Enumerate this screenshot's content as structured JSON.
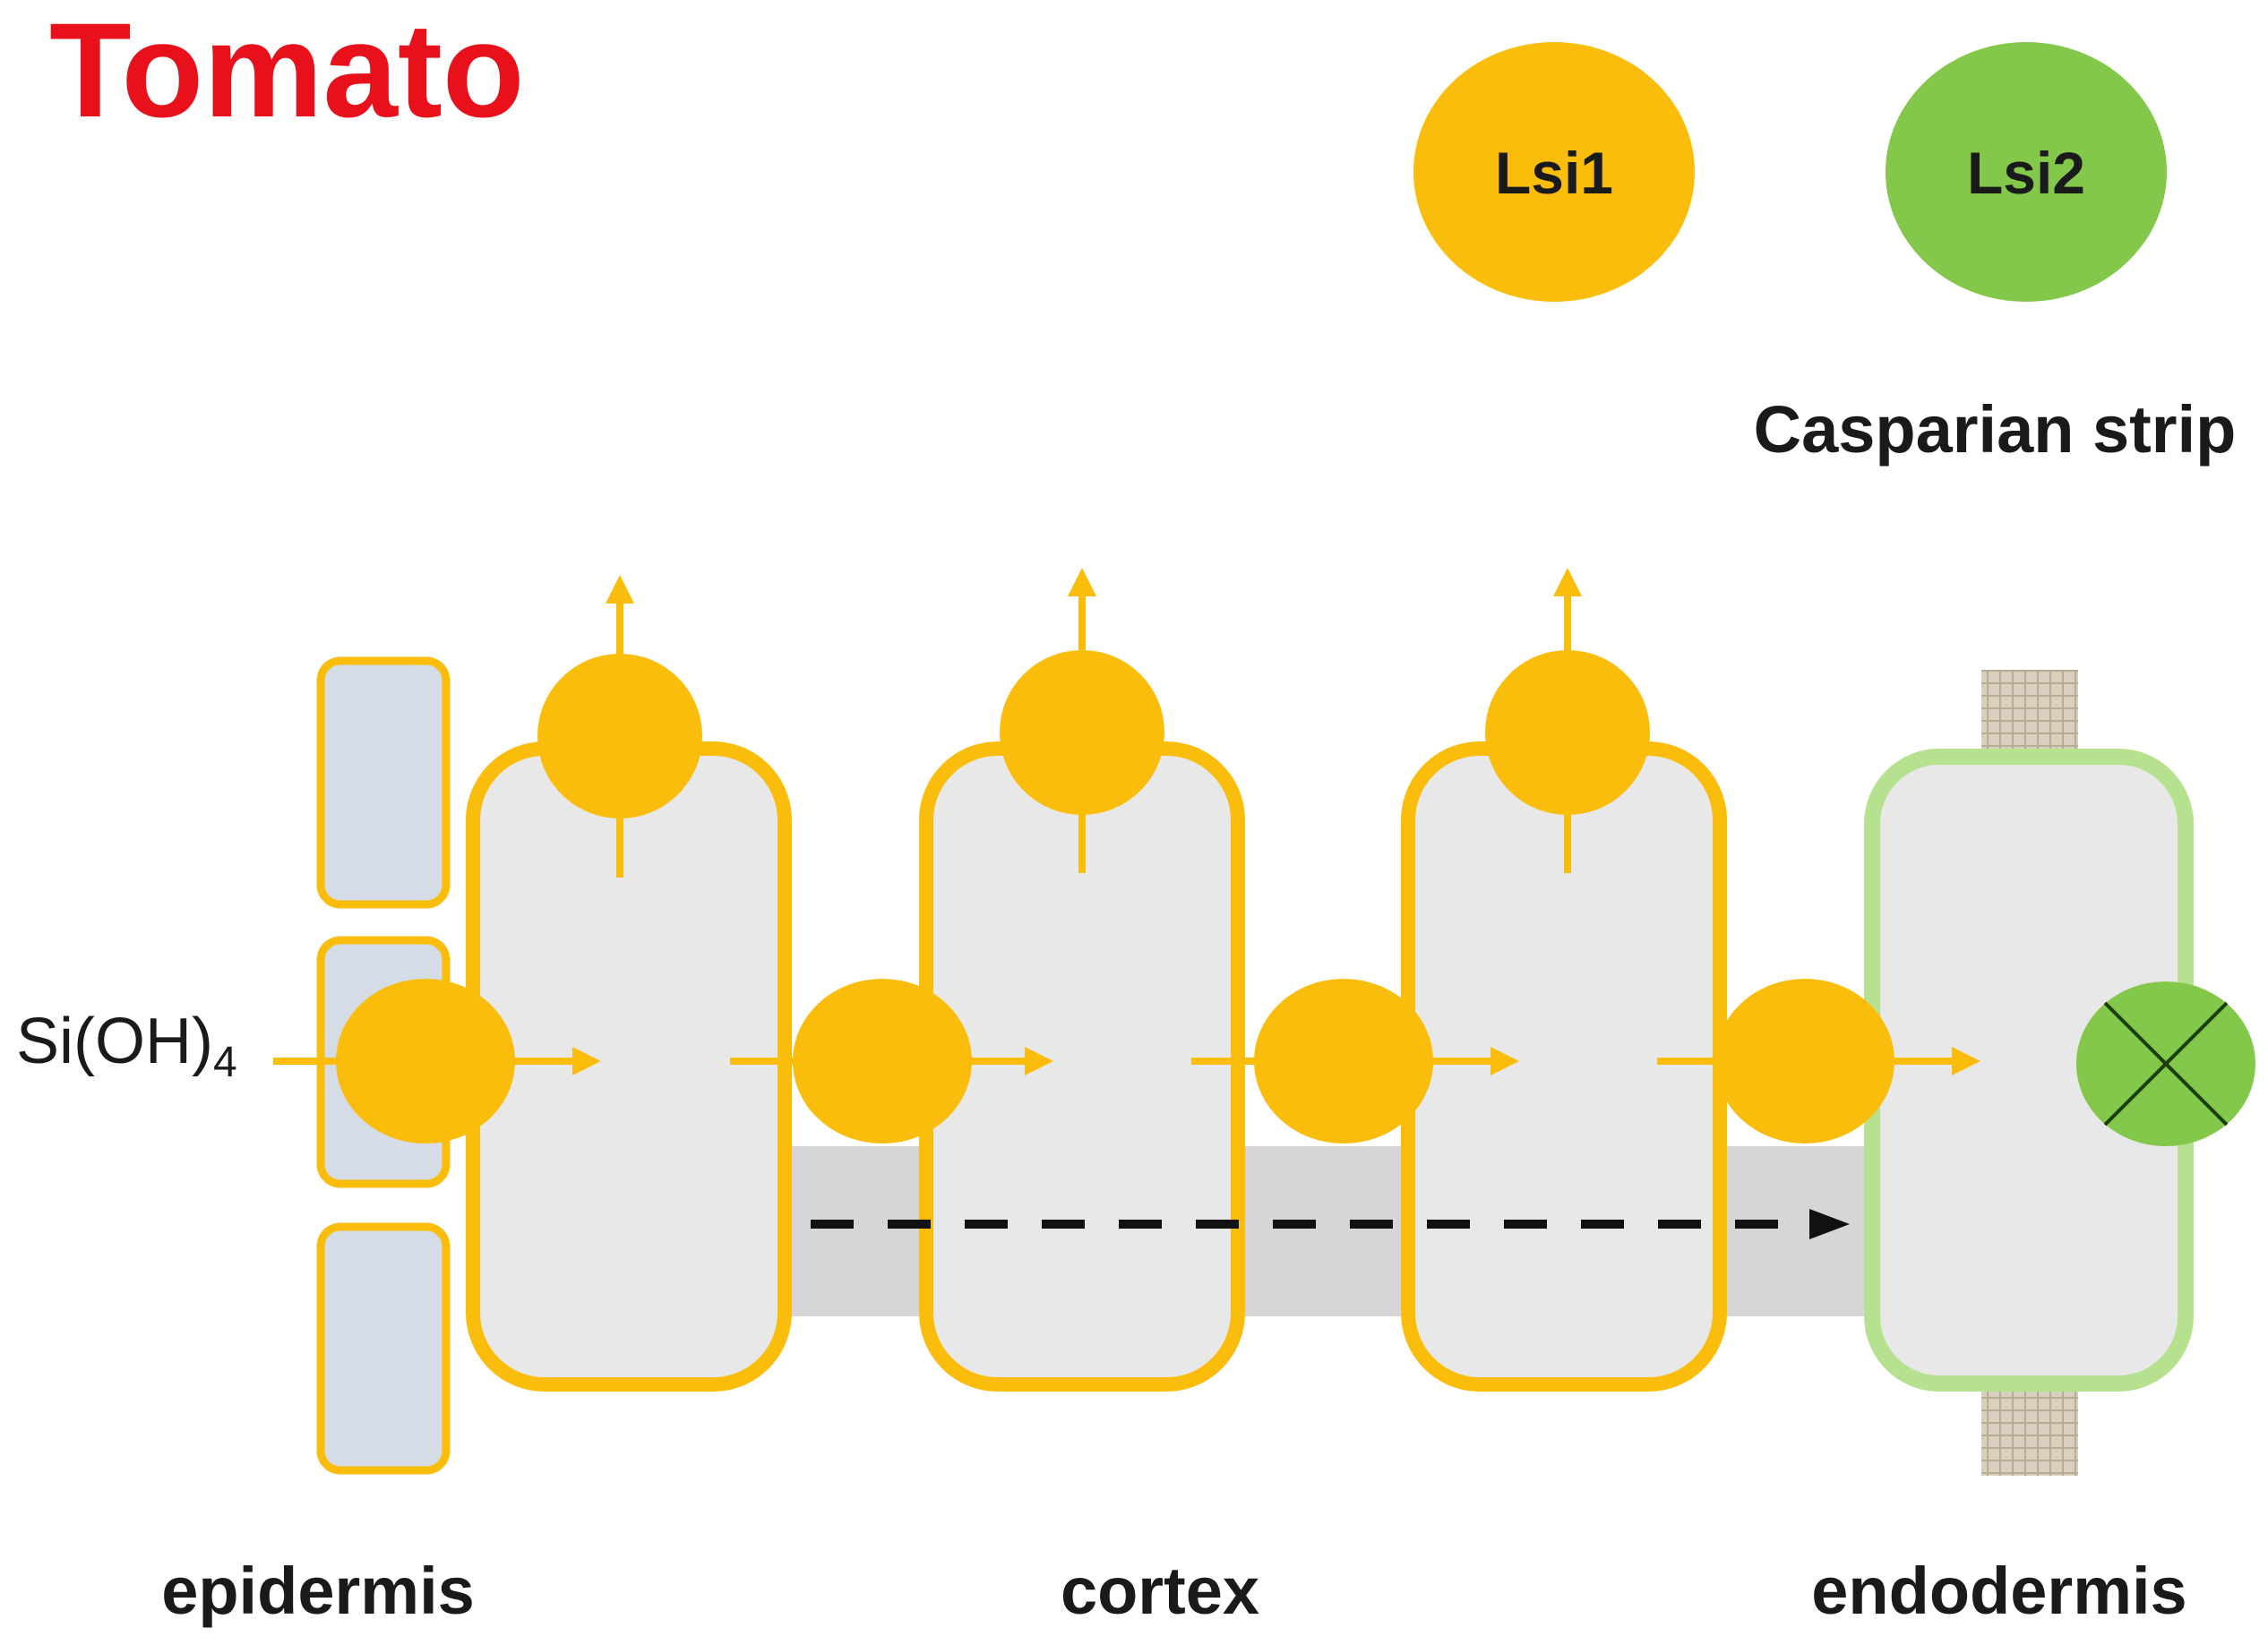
{
  "title": "Tomato",
  "legend": {
    "lsi1_label": "Lsi1",
    "lsi2_label": "Lsi2",
    "casparian_label": "Casparian strip"
  },
  "substrate": {
    "formula": "Si(OH)",
    "subscript": "4"
  },
  "regions": {
    "epidermis": "epidermis",
    "cortex": "cortex",
    "endodermis": "endodermis"
  },
  "colors": {
    "title": "#e8101a",
    "lsi1": "#fbbd0c",
    "lsi2": "#83c84a",
    "cell_fill": "#e8e8e8",
    "epidermis_fill": "#d5dce6",
    "apoplast": "#d6d6d6",
    "endodermis_border": "#b6e28f",
    "casparian_fill": "#d8cfbf",
    "text": "#1a1a1a"
  },
  "icons": {
    "lsi1": "orange-circle-transporter",
    "lsi2": "green-circle-x-transporter",
    "apoplastic_flow": "dashed-arrow-right"
  }
}
